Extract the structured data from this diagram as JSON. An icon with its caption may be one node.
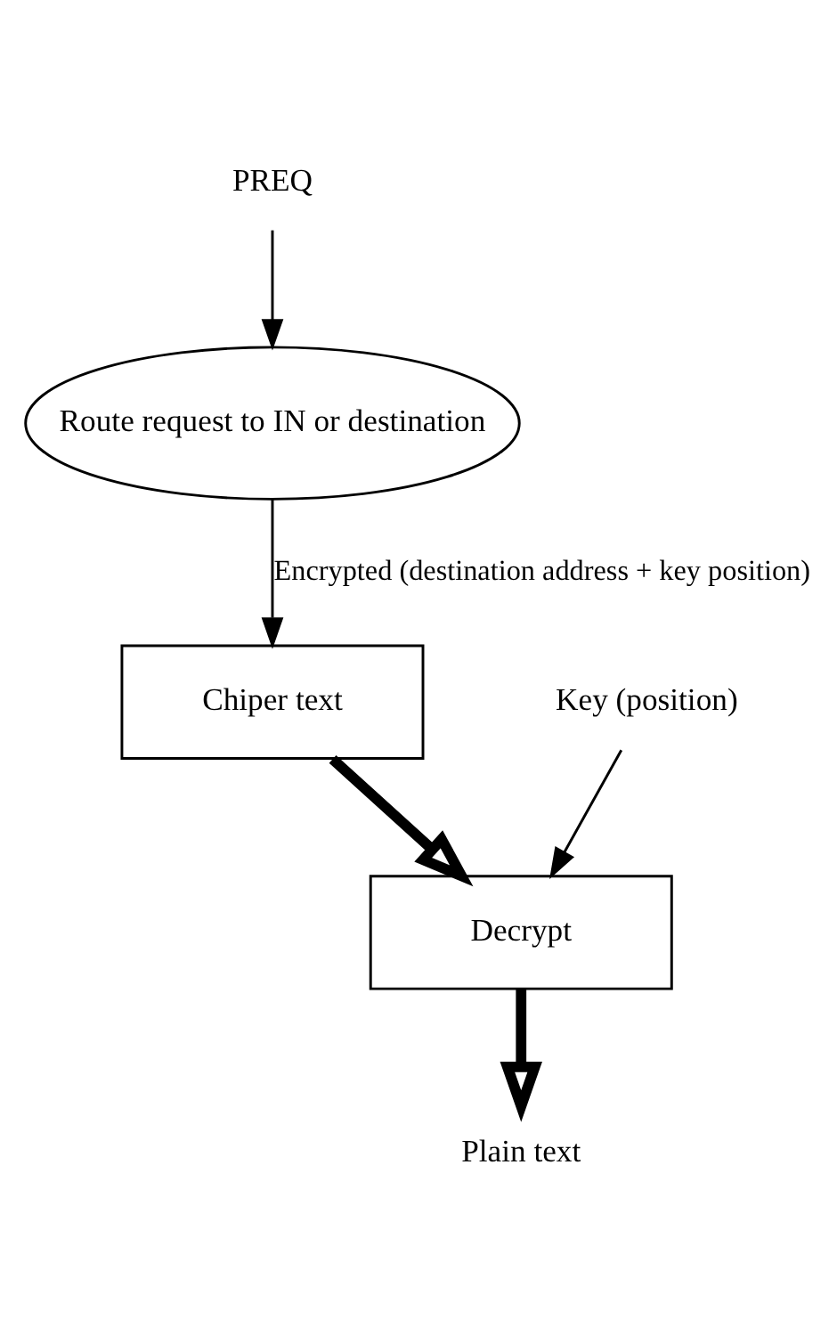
{
  "diagram": {
    "nodes": [
      {
        "text": [
          "PREQ"
        ]
      },
      {
        "text": [
          "Route request to IN or destination"
        ]
      },
      {
        "text": [
          "Chiper text"
        ]
      },
      {
        "text": [
          "Decrypt"
        ]
      },
      {
        "text": [
          "Key (position)"
        ]
      },
      {
        "text": [
          "Plain text"
        ]
      }
    ],
    "edges": [
      {
        "from": 0,
        "to": 1,
        "arrow": "to"
      },
      {
        "from": 1,
        "to": 2,
        "arrow": "to",
        "label": "Encrypted (destination address + key position)"
      },
      {
        "from": 2,
        "to": 3,
        "arrow": "to",
        "style": "thick"
      },
      {
        "from": 4,
        "to": 3,
        "arrow": "to"
      },
      {
        "from": 3,
        "to": 5,
        "arrow": "to",
        "style": "thick"
      }
    ]
  }
}
